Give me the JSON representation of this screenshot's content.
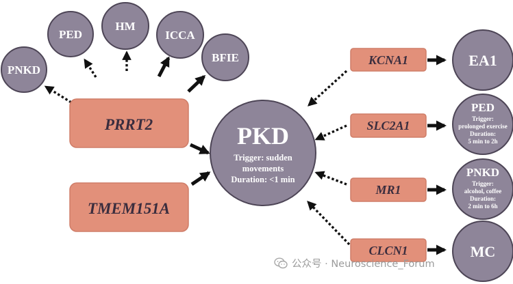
{
  "center": {
    "title": "PKD",
    "lines": [
      "Trigger: sudden",
      "movements",
      "Duration: <1 min"
    ]
  },
  "left_genes": {
    "prrt2": "PRRT2",
    "tmem151a": "TMEM151A"
  },
  "prrt2_phenotypes": {
    "pnkd": "PNKD",
    "ped": "PED",
    "hm": "HM",
    "icca": "ICCA",
    "bfie": "BFIE"
  },
  "right_genes": {
    "kcna1": "KCNA1",
    "slc2a1": "SLC2A1",
    "mr1": "MR1",
    "clcn1": "CLCN1"
  },
  "right_phenotypes": {
    "ea1": {
      "title": "EA1"
    },
    "ped": {
      "title": "PED",
      "lines": [
        "Trigger:",
        "prolonged exercise",
        "Duration:",
        "5 min to 2h"
      ]
    },
    "pnkd": {
      "title": "PNKD",
      "lines": [
        "Trigger:",
        "alcohol, coffee",
        "Duration:",
        "2 min to 6h"
      ]
    },
    "mc": {
      "title": "MC"
    }
  },
  "watermark": "公众号 · Neuroscience_Forum"
}
